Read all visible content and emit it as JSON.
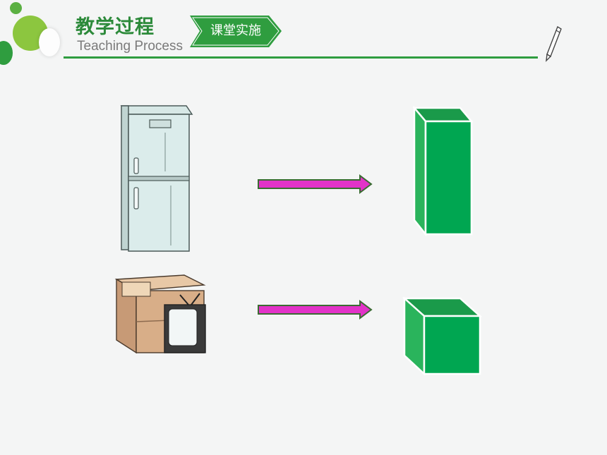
{
  "header": {
    "title_cn": "教学过程",
    "title_en": "Teaching Process",
    "section_tag": "课堂实施"
  },
  "colors": {
    "brand_green": "#2f9d3f",
    "shape_green": "#00a651",
    "arrow_magenta": "#e233c8"
  },
  "illustrations": {
    "top_left": "refrigerator",
    "top_right": "cuboid-shape",
    "bottom_left": "box-with-tv",
    "bottom_right": "cube-shape"
  }
}
